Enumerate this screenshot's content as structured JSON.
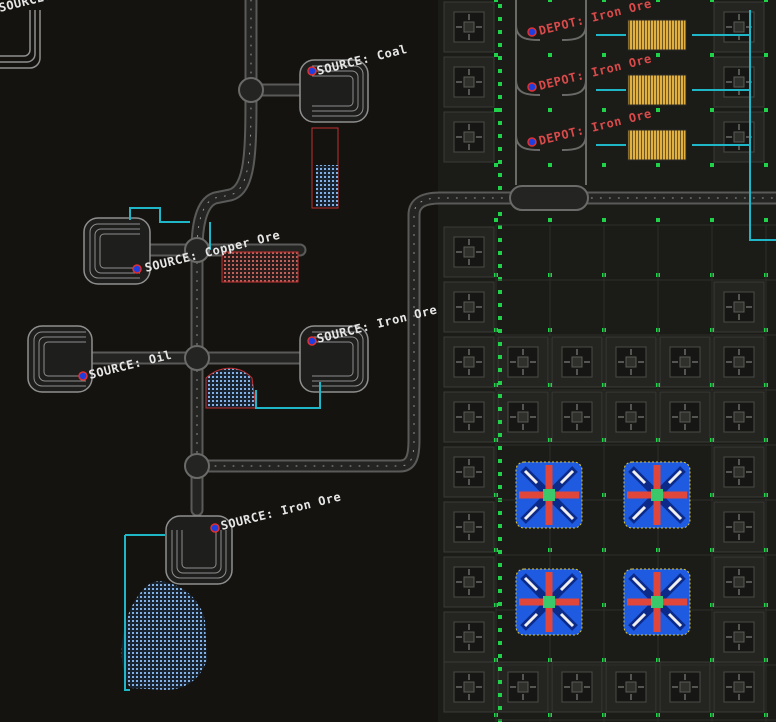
{
  "game": {
    "labels": {
      "source_top_left": "SOURCE: C",
      "source_coal": "SOURCE: Coal",
      "source_copper": "SOURCE: Copper Ore",
      "source_iron_mid": "SOURCE: Iron Ore",
      "source_oil": "SOURCE: Oil",
      "source_iron_low": "SOURCE: Iron Ore",
      "depot_1": "DEPOT: Iron Ore",
      "depot_2": "DEPOT: Iron Ore",
      "depot_3": "DEPOT: Iron Ore"
    },
    "colors": {
      "background": "#14130f",
      "rail": "#8a8a8a",
      "belt": "#1fb6c8",
      "grid_marker": "#1fd24a",
      "depot_text": "#d94a4a",
      "ore_pattern": "#6aa0d8",
      "machine_blue": "#1e5be0",
      "machine_red": "#e0463a"
    }
  }
}
